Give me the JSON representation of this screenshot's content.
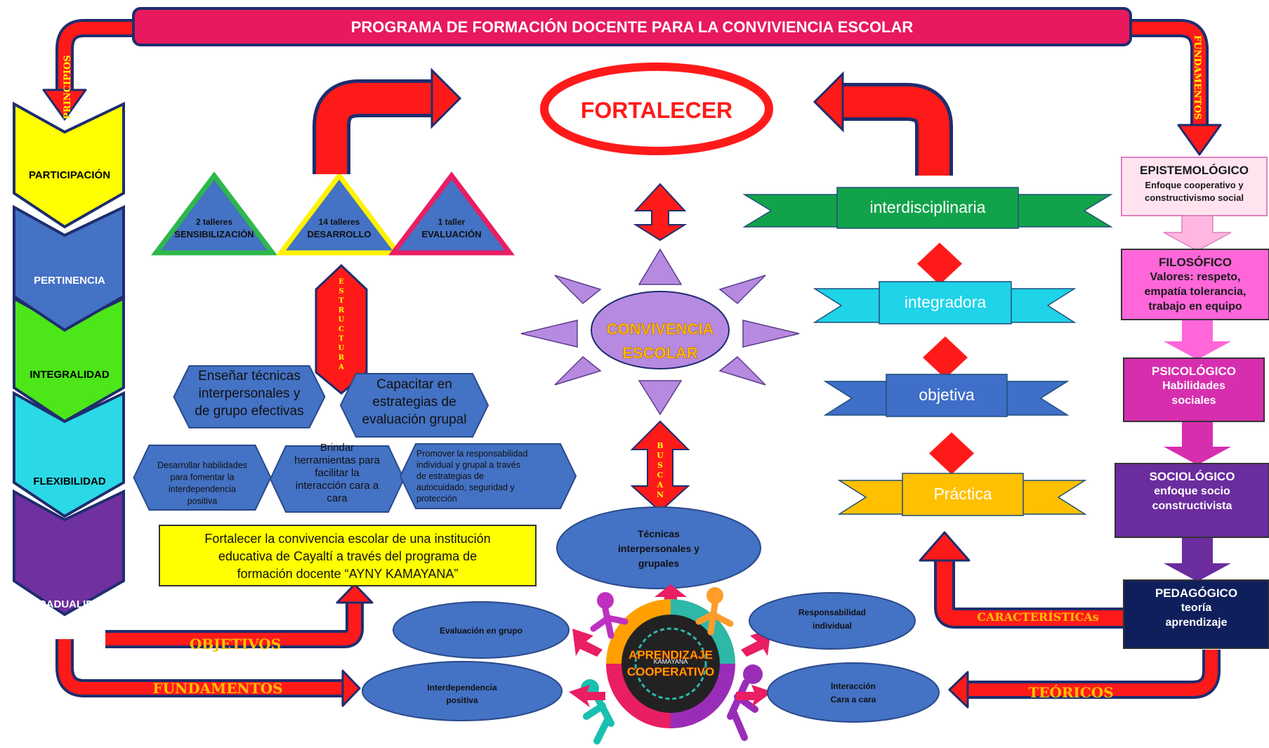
{
  "title": "PROGRAMA DE FORMACIÓN DOCENTE PARA LA CONVIVIENCIA ESCOLAR",
  "center": {
    "fortalecer": "FORTALECER",
    "convivencia_line1": "CONVIVENCIA",
    "convivencia_line2": "ESCOLAR",
    "tecnicas": [
      "Técnicas",
      "interpersonales y",
      "grupales"
    ],
    "aprendizaje_line1": "APRENDIZAJE",
    "aprendizaje_line2": "COOPERATIVO",
    "kamayana": "KAMAYANA",
    "buscan_letters": [
      "B",
      "U",
      "S",
      "C",
      "A",
      "N"
    ],
    "ellipses": {
      "evaluacion": [
        "Evaluación en grupo"
      ],
      "interdependencia": [
        "Interdependencia",
        "positiva"
      ],
      "responsabilidad": [
        "Responsabilidad",
        "individual"
      ],
      "interaccion": [
        "Interacción",
        "Cara a cara"
      ]
    }
  },
  "principios": {
    "label": "PRINCIPIOS",
    "items": [
      {
        "label": "PARTICIPACIÓN",
        "color": "#FFFF00",
        "text_color": "#000000"
      },
      {
        "label": "PERTINENCIA",
        "color": "#4472C4",
        "text_color": "#FFFFFF"
      },
      {
        "label": "INTEGRALIDAD",
        "color": "#4CE619",
        "text_color": "#000000"
      },
      {
        "label": "FLEXIBILIDAD",
        "color": "#2BD9E6",
        "text_color": "#000000"
      },
      {
        "label": "GRADUALIDAD",
        "color": "#7030A0",
        "text_color": "#FFFFFF"
      }
    ]
  },
  "talleres": [
    {
      "line1": "2 talleres",
      "line2": "SENSIBILIZACIÓN",
      "border": "#2DB84A"
    },
    {
      "line1": "14 talleres",
      "line2": "DESARROLLO",
      "border": "#FFF200"
    },
    {
      "line1": "1 taller",
      "line2": "EVALUACIÓN",
      "border": "#E91E63"
    }
  ],
  "estructura_letters": [
    "E",
    "S",
    "T",
    "R",
    "U",
    "C",
    "T",
    "U",
    "R",
    "A"
  ],
  "objetivos": {
    "label": "OBJETIVOS",
    "hex_top": [
      [
        "Enseñar técnicas",
        "interpersonales y",
        "de grupo efectivas"
      ],
      [
        "Capacitar en",
        "estrategias de",
        "evaluación grupal"
      ]
    ],
    "hex_bottom": [
      [
        "Desarrollar habilidades",
        "para fomentar la",
        "interdependencia",
        "positiva"
      ],
      [
        "Brindar",
        "herramientas para",
        "facilitar la",
        "interacción cara a",
        "cara"
      ],
      [
        "Promover la responsabilidad",
        "individual y grupal a través",
        "de          estrategias          de",
        "autocuidado,  seguridad  y",
        "protección"
      ]
    ],
    "general": [
      "Fortalecer la convivencia escolar de una institución",
      "educativa de Cayaltí a través del programa de",
      "formación docente “AYNY KAMAYANA”"
    ]
  },
  "fundamentos_bottom": "FUNDAMENTOS",
  "caracteristicas": {
    "label": "CARACTERÍSTICAs",
    "items": [
      {
        "label": "interdisciplinaria",
        "color": "#12A34A"
      },
      {
        "label": "integradora",
        "color": "#1FD3E8"
      },
      {
        "label": "objetiva",
        "color": "#3F6FC8"
      },
      {
        "label": "Práctica",
        "color": "#FFC000"
      }
    ]
  },
  "fundamentos_right": {
    "label": "FUNDAMENTOS",
    "teoricos": "TEÓRICOS",
    "items": [
      {
        "title": "EPISTEMOLÓGICO",
        "lines": [
          "Enfoque cooperativo y",
          "constructivismo social"
        ],
        "color": "#FFE4F0",
        "text_color": "#1a1a1a"
      },
      {
        "title": "FILOSÓFICO",
        "lines": [
          "Valores: respeto,",
          "empatía tolerancia,",
          "trabajo en equipo"
        ],
        "color": "#FF66D9",
        "text_color": "#1a1a1a"
      },
      {
        "title": "PSICOLÓGICO",
        "lines": [
          "Habilidades",
          "sociales"
        ],
        "color": "#D62EAE",
        "text_color": "#FFFFFF"
      },
      {
        "title": "SOCIOLÓGICO",
        "lines": [
          "enfoque socio",
          "constructivista"
        ],
        "color": "#6B2C9E",
        "text_color": "#FFFFFF"
      },
      {
        "title": "PEDAGÓGICO",
        "lines": [
          "teoría",
          "aprendizaje"
        ],
        "color": "#0F1F5C",
        "text_color": "#FFFFFF"
      }
    ]
  }
}
